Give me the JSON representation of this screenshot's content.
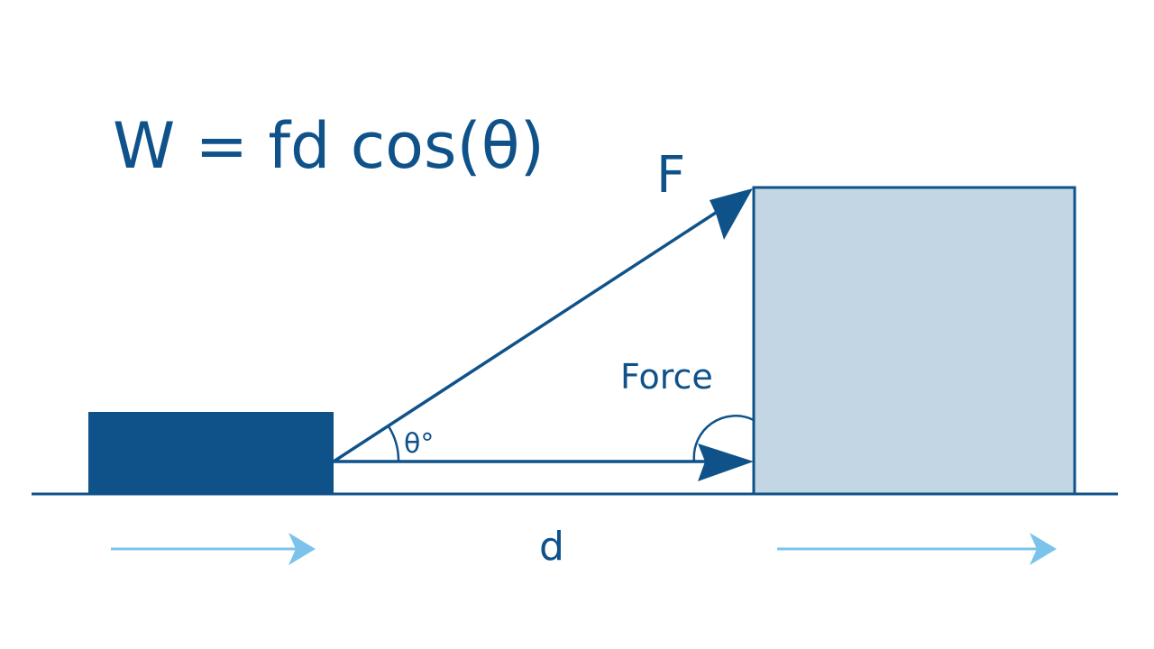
{
  "formula": "W = fd cos(θ)",
  "labels": {
    "force_vector": "F",
    "force_text": "Force",
    "angle": "θ°",
    "displacement": "d"
  },
  "colors": {
    "background": "#ffffff",
    "primary": "#0f528a",
    "box_fill": "#c2d6e4",
    "motion_arrow": "#7cc3ec"
  },
  "icons": {
    "force_arrow": "arrow-up-right-icon",
    "displacement_arrow": "arrow-right-icon",
    "motion_arrows": "arrow-right-icon"
  }
}
